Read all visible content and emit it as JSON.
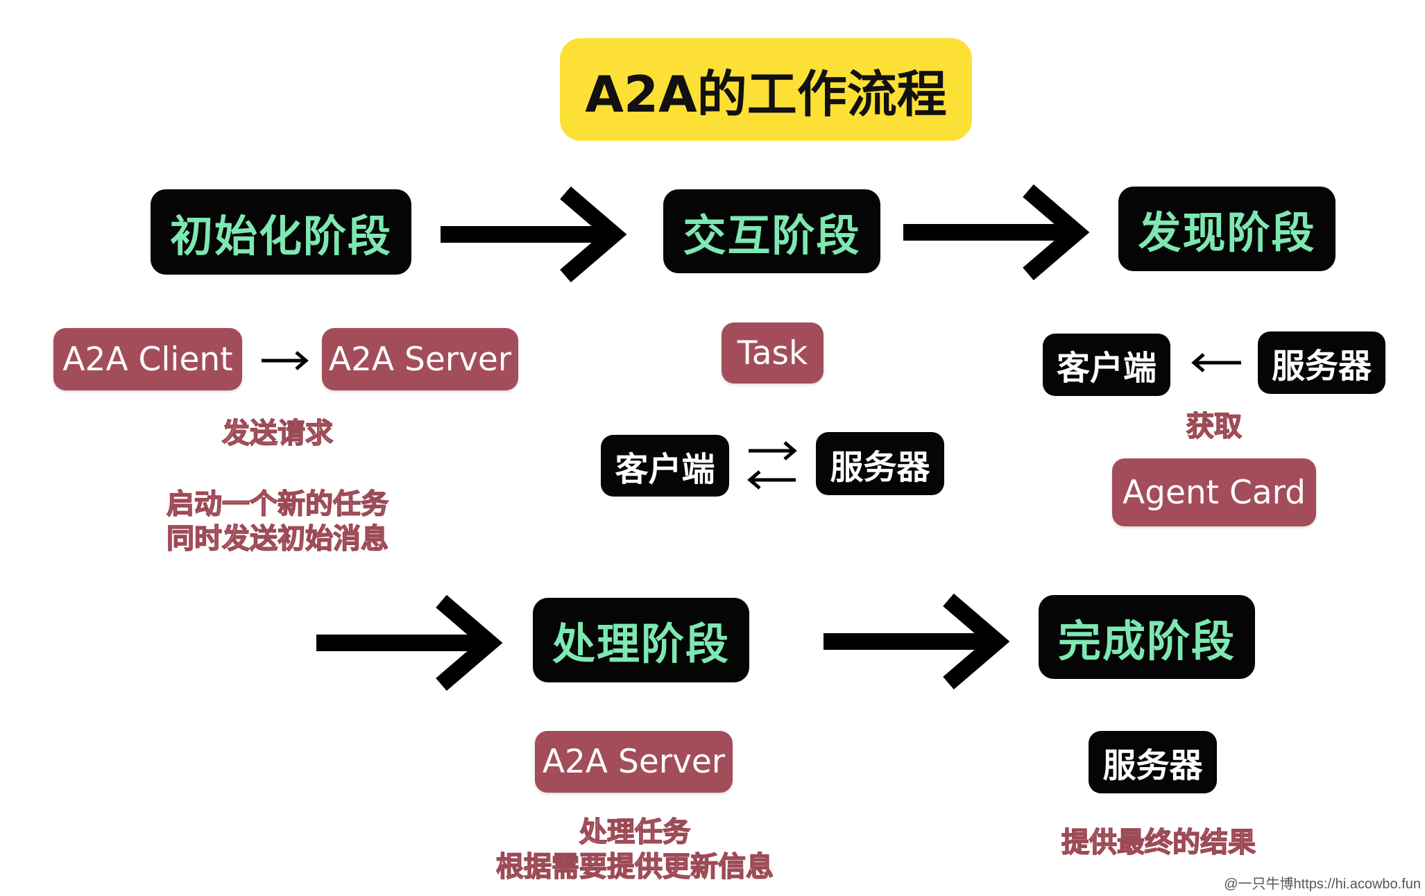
{
  "title": "A2A的工作流程",
  "stages": {
    "init": "初始化阶段",
    "interact": "交互阶段",
    "discover": "发现阶段",
    "process": "处理阶段",
    "complete": "完成阶段"
  },
  "init": {
    "client": "A2A Client",
    "server": "A2A Server",
    "note1": "发送请求",
    "note2_line1": "启动一个新的任务",
    "note2_line2": "同时发送初始消息"
  },
  "interact": {
    "task": "Task",
    "client": "客户端",
    "server": "服务器"
  },
  "discover": {
    "client": "客户端",
    "server": "服务器",
    "note": "获取",
    "card": "Agent Card"
  },
  "process": {
    "server": "A2A Server",
    "note_line1": "处理任务",
    "note_line2": "根据需要提供更新信息"
  },
  "complete": {
    "server": "服务器",
    "note": "提供最终的结果"
  },
  "watermark": "@一只牛博https://hi.acowbo.fun",
  "colors": {
    "title_bg": "#fde035",
    "stage_bg": "#050505",
    "stage_text": "#7de8b1",
    "pink_box": "#a34d5a",
    "note_text": "#e79aa3"
  }
}
